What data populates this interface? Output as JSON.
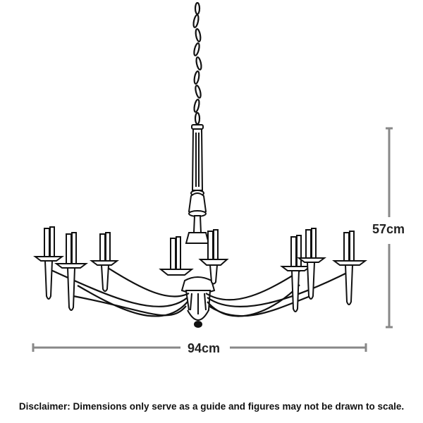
{
  "dimensions": {
    "height_label": "57cm",
    "width_label": "94cm"
  },
  "disclaimer": "Disclaimer: Dimensions only serve as a guide and figures may not be drawn to scale.",
  "colors": {
    "ink": "#111111",
    "dimension_line": "#888888",
    "background": "#ffffff"
  },
  "icons": {
    "product": "chandelier-icon"
  }
}
